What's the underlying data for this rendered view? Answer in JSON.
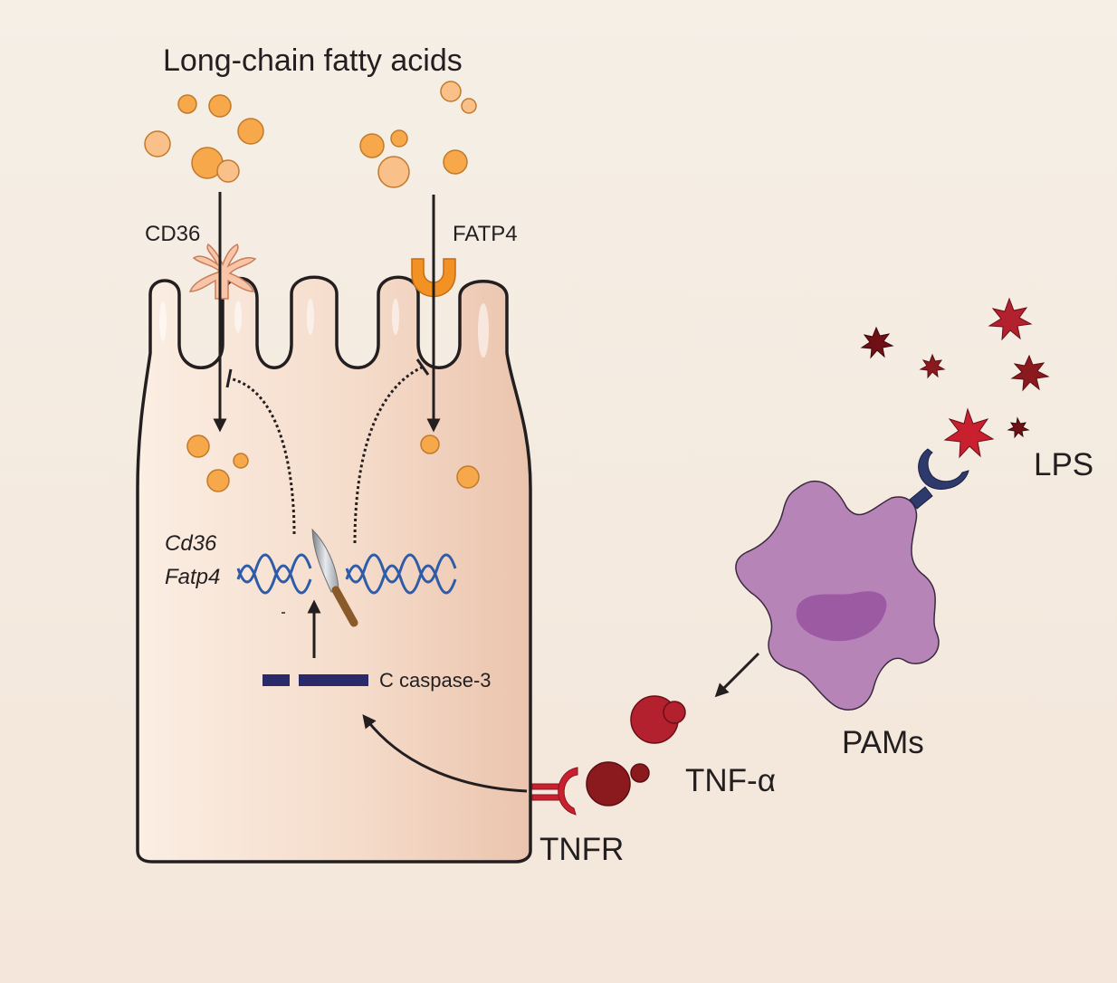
{
  "labels": {
    "fatty_acids": "Long-chain fatty acids",
    "cd36_protein": "CD36",
    "fatp4_protein": "FATP4",
    "cd36_gene": "Cd36",
    "fatp4_gene": "Fatp4",
    "caspase": "C caspase-3",
    "lps": "LPS",
    "pams": "PAMs",
    "tnf": "TNF-α",
    "tnfr": "TNFR"
  },
  "colors": {
    "background_top": "#f5efe6",
    "background_bottom": "#f4e6da",
    "cell_light": "#fbeee3",
    "cell_dark": "#ebc4ad",
    "fatty_acid": "#f7a84a",
    "fatty_acid_light": "#f9c08a",
    "cd36_receptor": "#f8c5a8",
    "fatp4_transporter": "#f39224",
    "dna": "#2f5ca8",
    "caspase": "#2a2a6b",
    "macrophage": "#b784b8",
    "macrophage_nucleus": "#9c5aa3",
    "tlr4": "#2e3a6b",
    "lps": "#b3202e",
    "tnf_alpha": "#b3202e",
    "tnfr": "#c8202e",
    "knife_handle": "#8a5a2b"
  },
  "icons": [
    "knife-icon",
    "dna-helix-icon",
    "lps-star-icon",
    "macrophage-icon"
  ]
}
